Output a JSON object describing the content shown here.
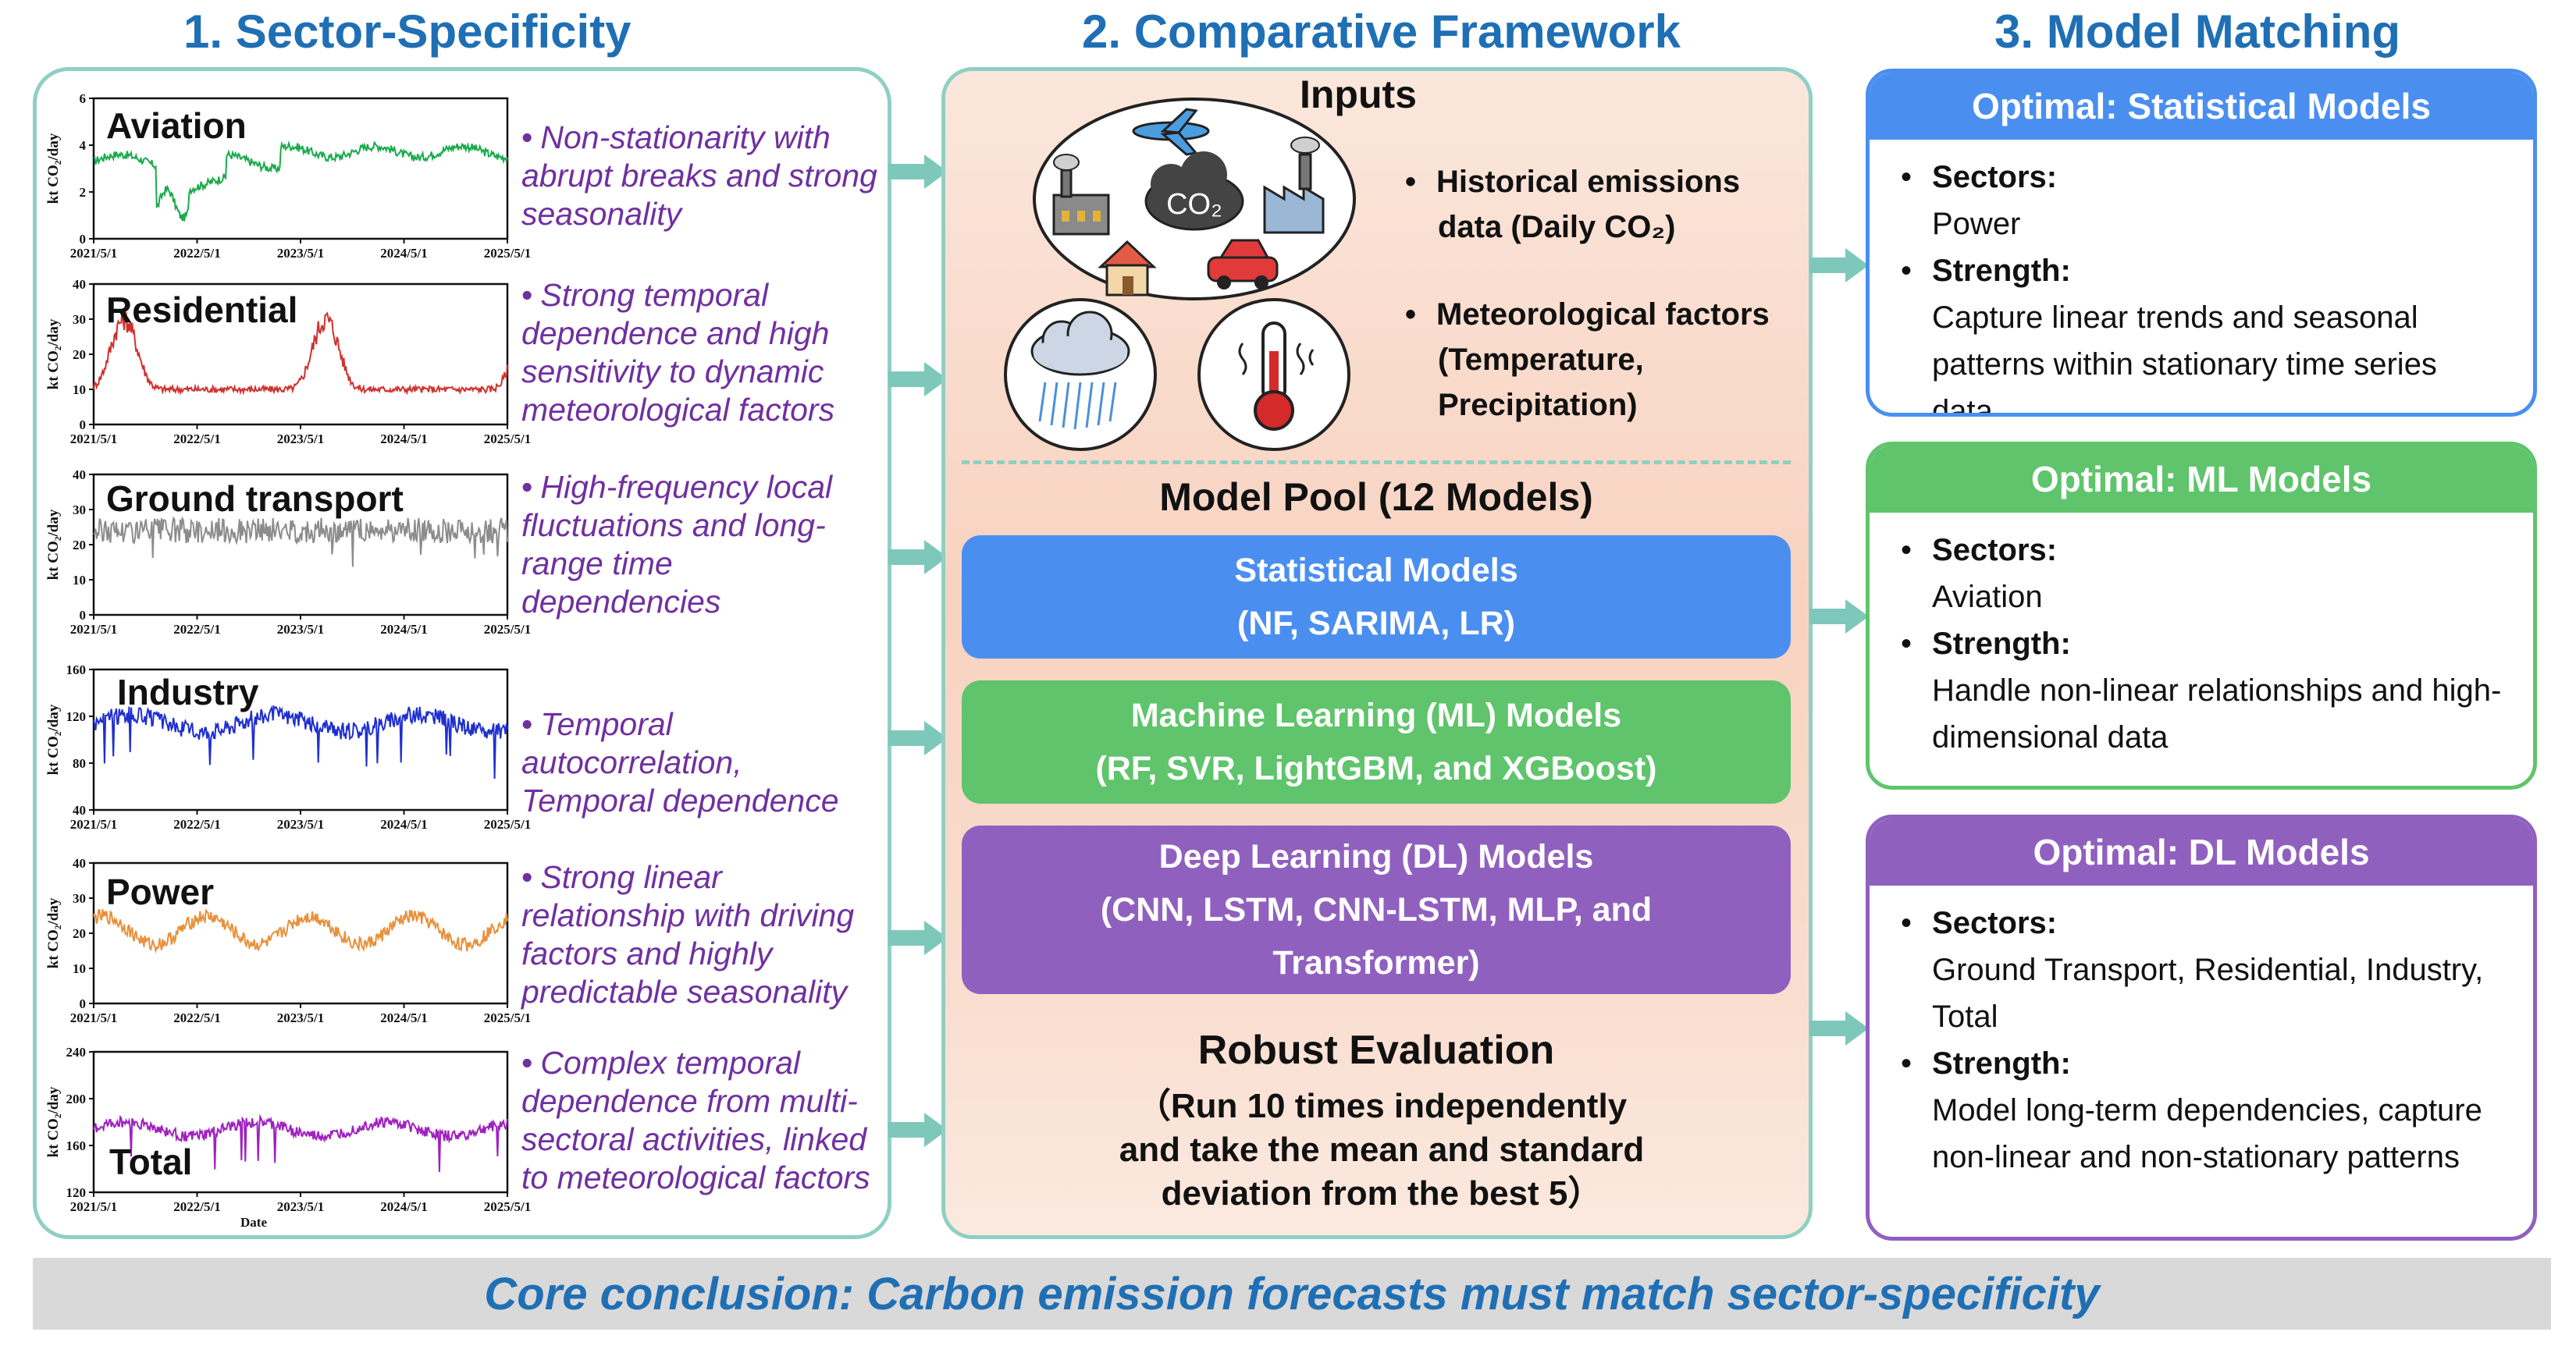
{
  "columns": {
    "col1_title": "1. Sector-Specificity",
    "col2_title": "2. Comparative Framework",
    "col3_title": "3. Model Matching"
  },
  "sectors": [
    {
      "name": "Aviation",
      "color": "#1aaa4b",
      "ymax": 6,
      "yticks": [
        "0",
        "2",
        "4",
        "6"
      ],
      "ylabel": "kt CO₂/day",
      "desc": "Non-stationarity with abrupt breaks and strong seasonality"
    },
    {
      "name": "Residential",
      "color": "#d0312d",
      "ymax": 40,
      "yticks": [
        "0",
        "10",
        "20",
        "30",
        "40"
      ],
      "ylabel": "kt CO₂/day",
      "desc": "Strong temporal dependence and high sensitivity to dynamic meteorological factors"
    },
    {
      "name": "Ground transport",
      "color": "#8c8c8c",
      "ymax": 40,
      "yticks": [
        "0",
        "10",
        "20",
        "30",
        "40"
      ],
      "ylabel": "kt CO₂/day",
      "desc": "High-frequency local fluctuations and long-range time dependencies"
    },
    {
      "name": "Industry",
      "color": "#1f2fd0",
      "ymax": 160,
      "yticks": [
        "40",
        "80",
        "120",
        "160"
      ],
      "ylabel": "kt CO₂/day",
      "desc": "Temporal autocorrelation, Temporal dependence"
    },
    {
      "name": "Power",
      "color": "#e8913a",
      "ymax": 40,
      "yticks": [
        "0",
        "10",
        "20",
        "30",
        "40"
      ],
      "ylabel": "kt CO₂/day",
      "desc": "Strong linear relationship with driving factors and highly predictable seasonality"
    },
    {
      "name": "Total",
      "color": "#a020c0",
      "ymax": 240,
      "yticks": [
        "120",
        "160",
        "200",
        "240"
      ],
      "ylabel": "kt CO₂/day",
      "desc": "Complex temporal dependence from multi-sectoral activities, linked to meteorological factors"
    }
  ],
  "xticks": [
    "2021/5/1",
    "2022/5/1",
    "2023/5/1",
    "2024/5/1",
    "2025/5/1"
  ],
  "x_axis_title": "Date",
  "framework": {
    "inputs_title": "Inputs",
    "co2_label": "CO₂",
    "input_bullet1_a": "Historical emissions",
    "input_bullet1_b": "data (Daily CO₂)",
    "input_bullet2_a": "Meteorological factors",
    "input_bullet2_b": "(Temperature,",
    "input_bullet2_c": "Precipitation)",
    "pool_title": "Model Pool (12 Models)",
    "stat_line1": "Statistical Models",
    "stat_line2": "(NF, SARIMA, LR)",
    "ml_line1": "Machine Learning (ML) Models",
    "ml_line2": "(RF, SVR, LightGBM, and XGBoost)",
    "dl_line1": "Deep Learning (DL) Models",
    "dl_line2": "(CNN, LSTM, CNN-LSTM, MLP, and",
    "dl_line3": "Transformer)",
    "robust_title": "Robust Evaluation",
    "robust_line1": "（Run 10 times independently",
    "robust_line2": "and take the mean and standard",
    "robust_line3": "deviation from the best 5）"
  },
  "matching": [
    {
      "header": "Optimal: Statistical Models",
      "color": "#4a8ff0",
      "sectors_label": "Sectors:",
      "sectors": "Power",
      "strength_label": "Strength:",
      "strength": "Capture linear trends and seasonal patterns within stationary time series data"
    },
    {
      "header": "Optimal: ML Models",
      "color": "#5fc46b",
      "sectors_label": "Sectors:",
      "sectors": "Aviation",
      "strength_label": "Strength:",
      "strength": "Handle non-linear relationships and high-dimensional data"
    },
    {
      "header": "Optimal: DL Models",
      "color": "#9060bf",
      "sectors_label": "Sectors:",
      "sectors": "Ground Transport, Residential, Industry, Total",
      "strength_label": "Strength:",
      "strength": "Model long-term dependencies, capture non-linear and non-stationary patterns"
    }
  ],
  "conclusion": "Core conclusion: Carbon emission forecasts must match sector-specificity",
  "colors": {
    "accent_blue": "#1f6fb5",
    "panel_border": "#8fcfc4",
    "arrow": "#7ec8bb",
    "desc_purple": "#7030a0",
    "stat_blue": "#4a8ff0",
    "ml_green": "#5fc46b",
    "dl_purple": "#9060bf"
  }
}
